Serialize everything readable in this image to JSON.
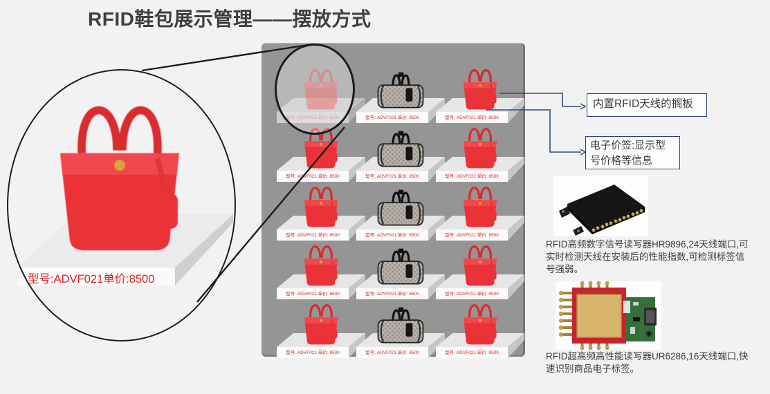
{
  "title": "RFID鞋包展示管理——摆放方式",
  "magnifier": {
    "price_label": "型号:ADVF021单价:8500",
    "bag": "red-tote"
  },
  "shelf_grid": {
    "rows": 5,
    "columns": [
      "red-tote",
      "dark-duffel",
      "red-tote"
    ],
    "price_label": "型号: ADVF021 单价: 8500"
  },
  "callouts": [
    {
      "text": "内置RFID天线的搁板"
    },
    {
      "text": "电子价签:显示型号价格等信息"
    }
  ],
  "devices": [
    {
      "description": "RFID高频数字信号读写器HR9896,24天线端口,可实时检测天线在安装后的性能指数,可检测标签信号强弱。"
    },
    {
      "description": "RFID超高频高性能读写器UR6286,16天线端口,快速识别商品电子标签。"
    }
  ],
  "colors": {
    "accent_red": "#e11d1d",
    "panel_gray": "#959595",
    "connector_navy": "#2c4a7c",
    "ink": "#3f3f3f"
  }
}
